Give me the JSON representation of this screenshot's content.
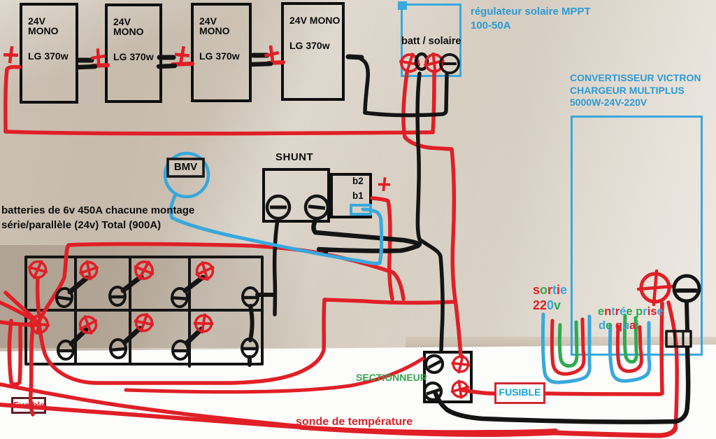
{
  "colors": {
    "wire_red": "#e01f26",
    "wire_black": "#141414",
    "wire_blue": "#38a8dc",
    "wire_green": "#2fab4f",
    "label_blue": "#2d9bd4",
    "label_green": "#37a44d",
    "label_cyan": "#13a3dc",
    "label_red": "#d8232b",
    "maroon": "#5d2026",
    "bmv_fill": "#cfc6ba"
  },
  "panels": {
    "items": [
      {
        "line1": "24V MONO",
        "line2": "LG 370w"
      },
      {
        "line1": "24V MONO",
        "line2": "LG 370w"
      },
      {
        "line1": "24V MONO",
        "line2": "LG 370w"
      },
      {
        "line1": "24V MONO",
        "line2": "LG 370w"
      }
    ]
  },
  "mppt": {
    "label_line1": "régulateur solaire MPPT",
    "label_line2": "100-50A",
    "terminals_label": "batt / solaire"
  },
  "converter": {
    "label_line1": "CONVERTISSEUR VICTRON",
    "label_line2": "CHARGEUR MULTIPLUS",
    "label_line3": "5000W-24V-220V"
  },
  "bmv": {
    "label": "BMV"
  },
  "shunt": {
    "label": "SHUNT",
    "terminal_b2": "b2",
    "terminal_b1": "b1"
  },
  "batteries": {
    "label_line1": "batteries de 6v 450A chacune montage",
    "label_line2": "série/parallèle (24v) Total (900A)"
  },
  "sectionneur": {
    "label": "SECTIONNEUR"
  },
  "fuse_right": {
    "label": "FUSIBLE"
  },
  "fuse_left": {
    "label": "Fusible"
  },
  "temperature": {
    "label": "sonde de température"
  },
  "outlet": {
    "text": "sortie 220v",
    "line1": [
      [
        "s",
        "#e01f26"
      ],
      [
        "o",
        "#2fab4f"
      ],
      [
        "r",
        "#e01f26"
      ],
      [
        "t",
        "#38a8dc"
      ],
      [
        "i",
        "#e01f26"
      ],
      [
        "e",
        "#38a8dc"
      ]
    ],
    "line2": [
      [
        "2",
        "#e01f26"
      ],
      [
        "2",
        "#e01f26"
      ],
      [
        "0",
        "#38a8dc"
      ],
      [
        "v",
        "#2fab4f"
      ]
    ]
  },
  "shore": {
    "text": "entrée prise de quai",
    "line1": [
      [
        "e",
        "#2fab4f"
      ],
      [
        "n",
        "#e01f26"
      ],
      [
        "t",
        "#38a8dc"
      ],
      [
        "r",
        "#e01f26"
      ],
      [
        "é",
        "#38a8dc"
      ],
      [
        "e",
        "#2fab4f"
      ],
      [
        " ",
        ""
      ],
      [
        "p",
        "#2fab4f"
      ],
      [
        "r",
        "#38a8dc"
      ],
      [
        "i",
        "#e01f26"
      ],
      [
        "s",
        "#e01f26"
      ],
      [
        "e",
        "#38a8dc"
      ]
    ],
    "line2": [
      [
        "d",
        "#38a8dc"
      ],
      [
        "e",
        "#2fab4f"
      ],
      [
        " ",
        ""
      ],
      [
        "q",
        "#e01f26"
      ],
      [
        "u",
        "#38a8dc"
      ],
      [
        "a",
        "#e01f26"
      ],
      [
        "i",
        "#2fab4f"
      ]
    ]
  }
}
